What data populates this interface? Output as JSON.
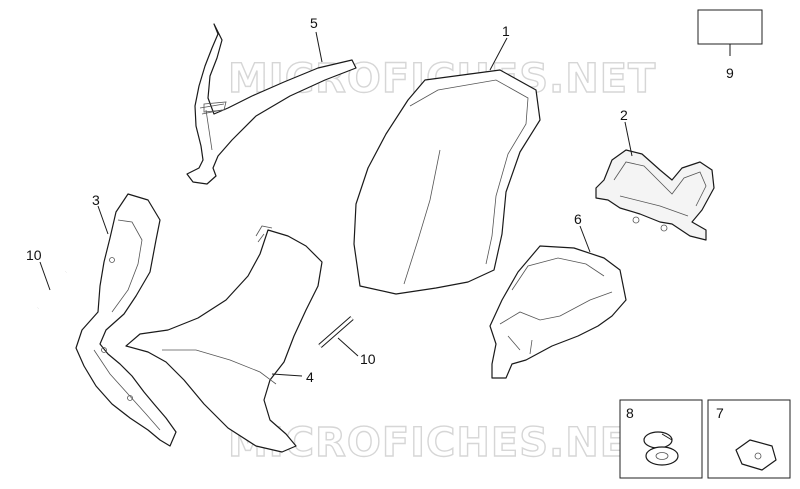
{
  "watermark": {
    "text": "MICROFICHES.NET"
  },
  "callouts": {
    "c1": "1",
    "c2": "2",
    "c3": "3",
    "c4": "4",
    "c5": "5",
    "c6": "6",
    "c7": "7",
    "c8": "8",
    "c9": "9",
    "c10a": "10",
    "c10b": "10"
  },
  "colors": {
    "line": "#1a1a1a",
    "watermark": "#d6d6d6",
    "background": "#ffffff"
  }
}
